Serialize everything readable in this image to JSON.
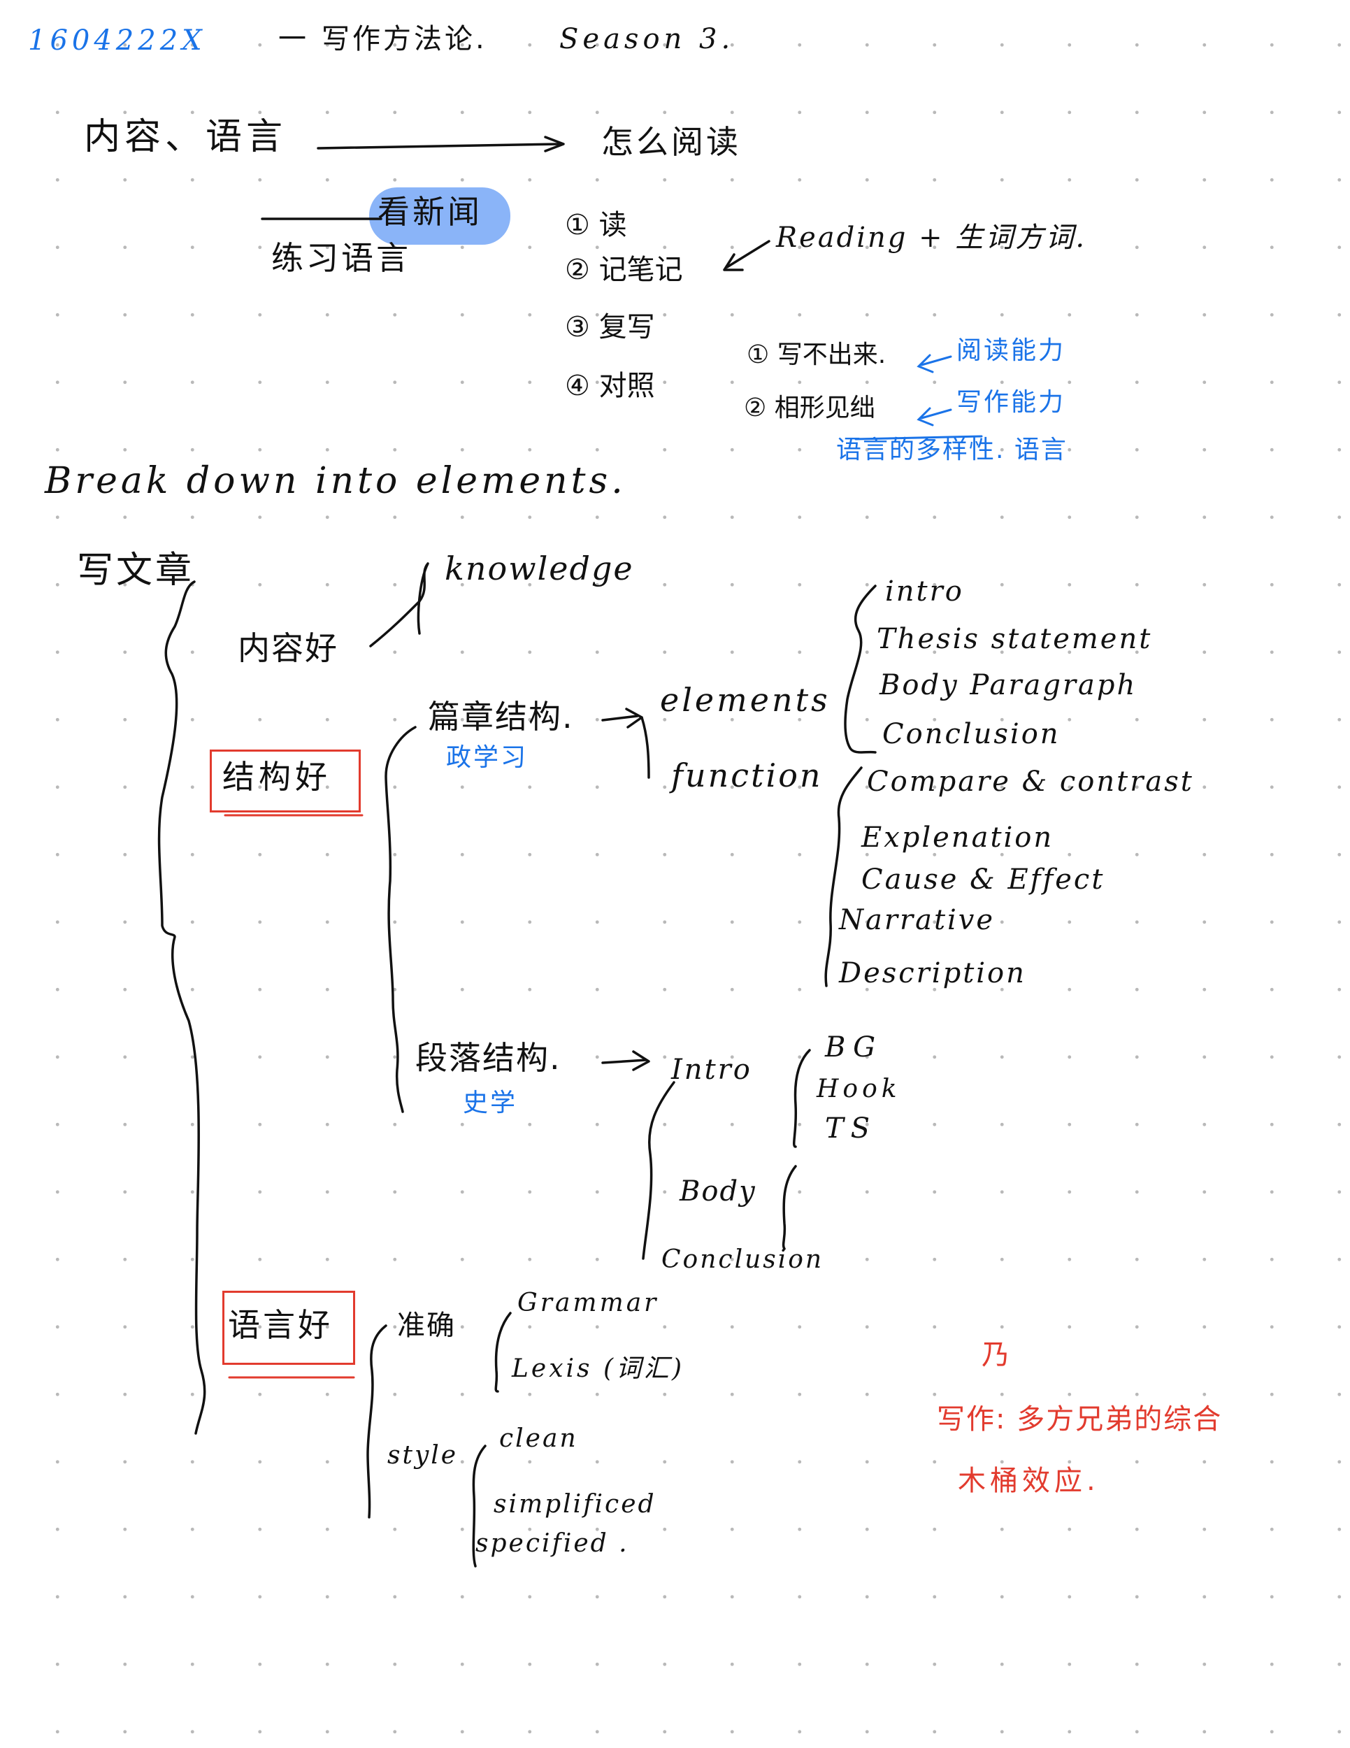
{
  "header": {
    "id": "1604222X",
    "dash": "一",
    "title": "写作方法论.",
    "season": "Season 3."
  },
  "top": {
    "content_language": "内容、语言",
    "how_to_read": "怎么阅读",
    "practice_language": "练习语言",
    "read_news": "看新闻",
    "steps": [
      "① 读",
      "② 记笔记",
      "③ 复写",
      "④ 对照"
    ],
    "reading_note": "Reading + 生词方词.",
    "compare_notes": [
      {
        "item": "① 写不出来.",
        "arrow_label": "阅读能力"
      },
      {
        "item": "② 相形见绌",
        "arrow_label": "写作能力"
      }
    ],
    "diversity_note": "语言的多样性. 语言"
  },
  "break_down": "Break down into elements.",
  "tree": {
    "root": "写文章",
    "content": {
      "label": "内容好",
      "children": [
        "knowledge"
      ]
    },
    "structure": {
      "label": "结构好",
      "article": {
        "label": "篇章结构.",
        "note": "政学习",
        "elements": {
          "label": "elements",
          "items": [
            "intro",
            "Thesis statement",
            "Body Paragraph",
            "Conclusion"
          ]
        },
        "function": {
          "label": "function",
          "items": [
            "Compare & contrast",
            "Explenation",
            "Cause & Effect",
            "Narrative",
            "Description"
          ]
        }
      },
      "paragraph": {
        "label": "段落结构.",
        "note": "史学",
        "intro": {
          "label": "Intro",
          "items": [
            "BG",
            "Hook",
            "TS"
          ]
        },
        "body": "Body",
        "conclusion": "Conclusion"
      }
    },
    "language": {
      "label": "语言好",
      "accuracy": {
        "label": "准确",
        "items": [
          "Grammar",
          "Lexis (词汇)"
        ]
      },
      "style": {
        "label": "style",
        "items": [
          "clean",
          "simplificed",
          "specified ."
        ]
      }
    }
  },
  "side_note": {
    "mark": "乃",
    "line1": "写作: 多方兄弟的综合",
    "line2": "木桶效应."
  }
}
